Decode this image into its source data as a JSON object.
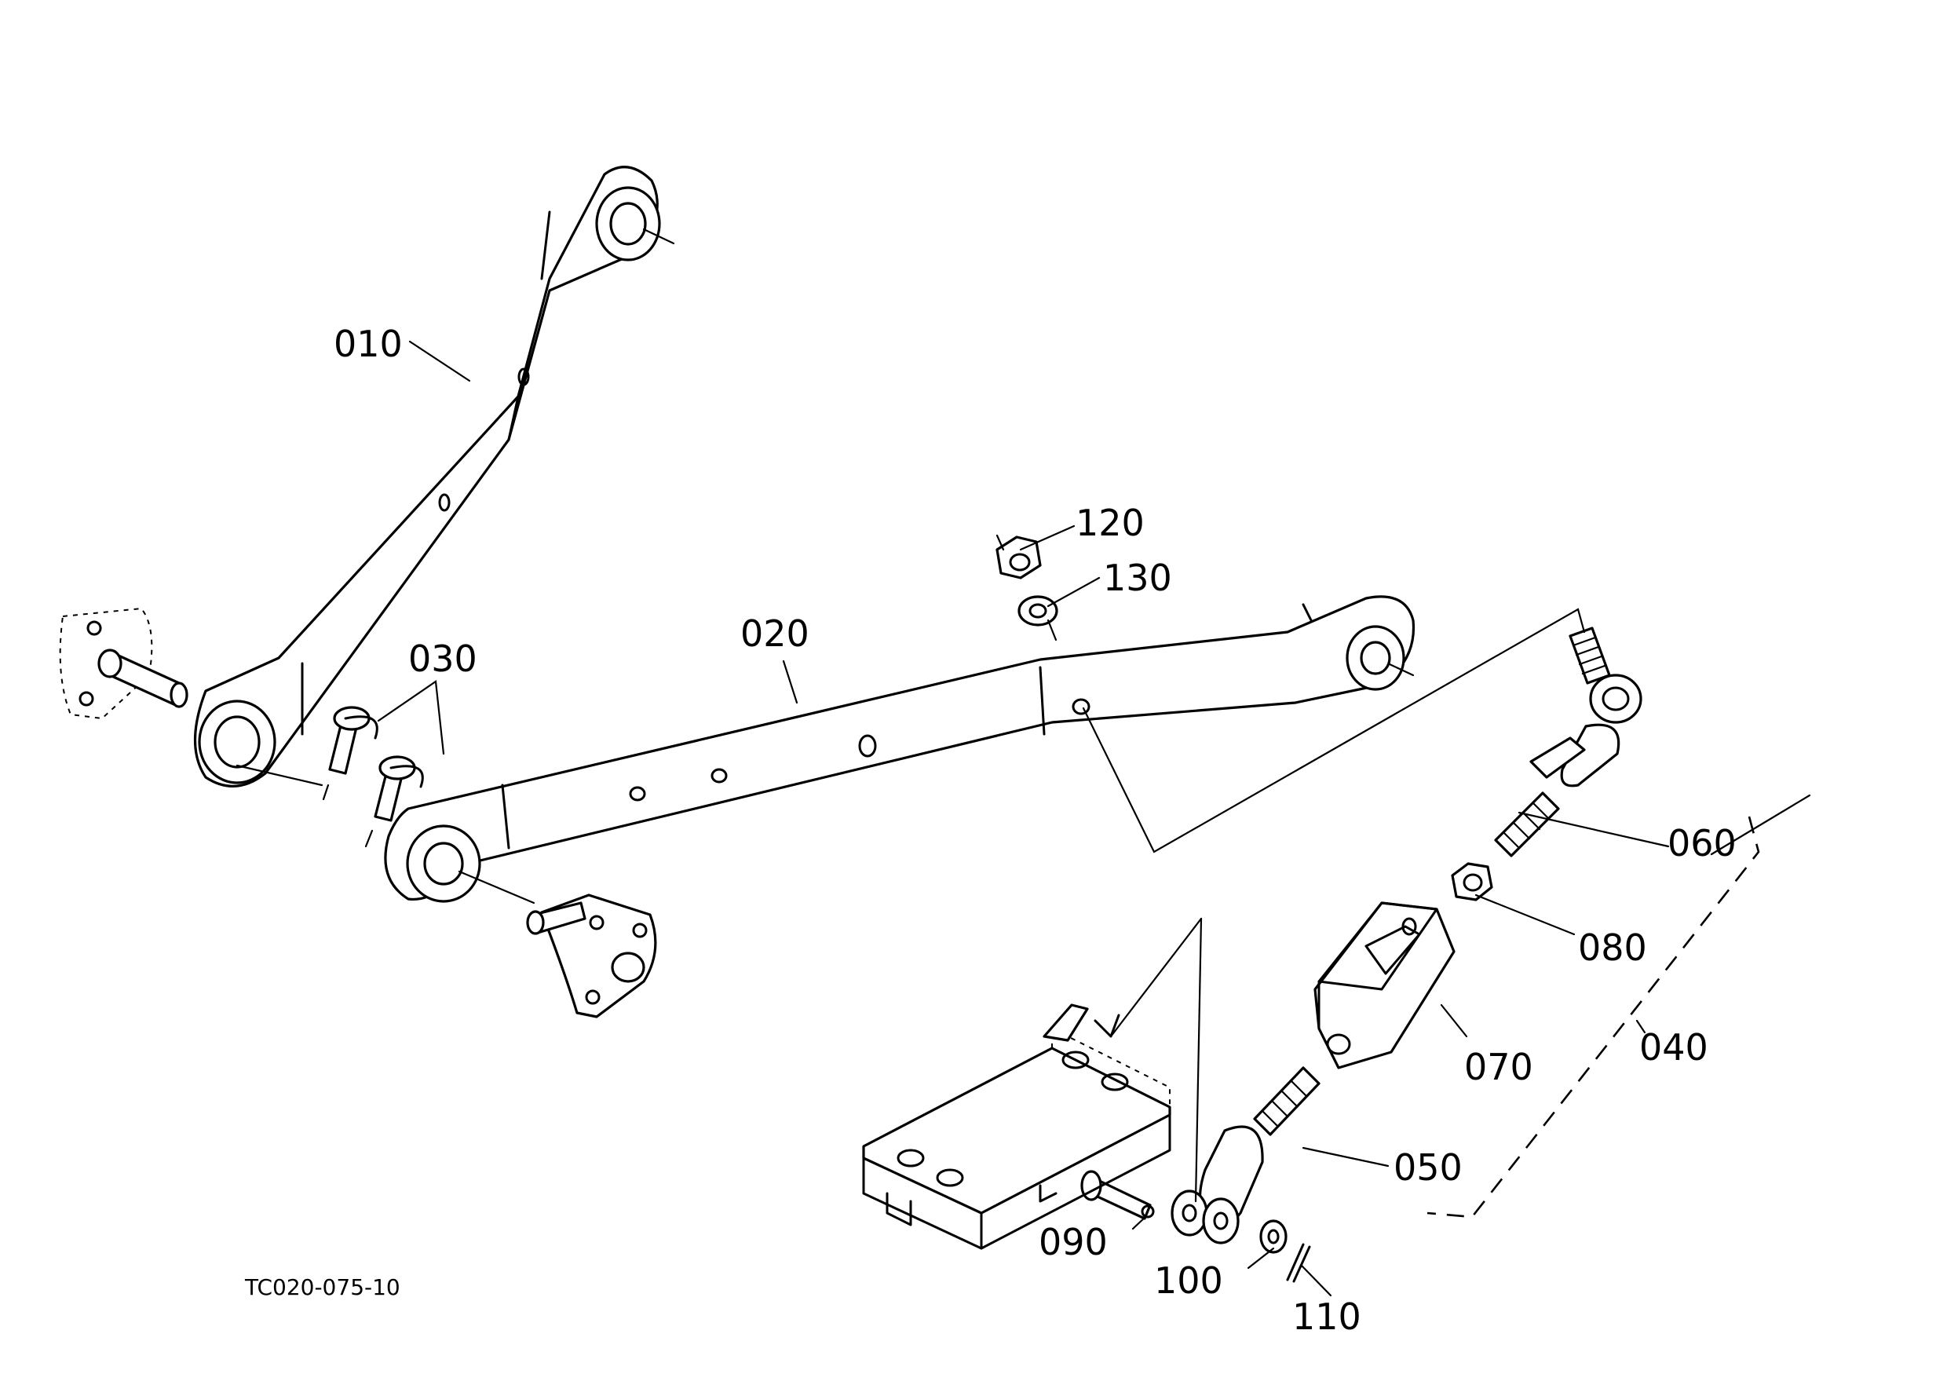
{
  "drawing_ref": "TC020-075-10",
  "callouts": {
    "c010": "010",
    "c020": "020",
    "c030": "030",
    "c040": "040",
    "c050": "050",
    "c060": "060",
    "c070": "070",
    "c080": "080",
    "c090": "090",
    "c100": "100",
    "c110": "110",
    "c120": "120",
    "c130": "130"
  }
}
